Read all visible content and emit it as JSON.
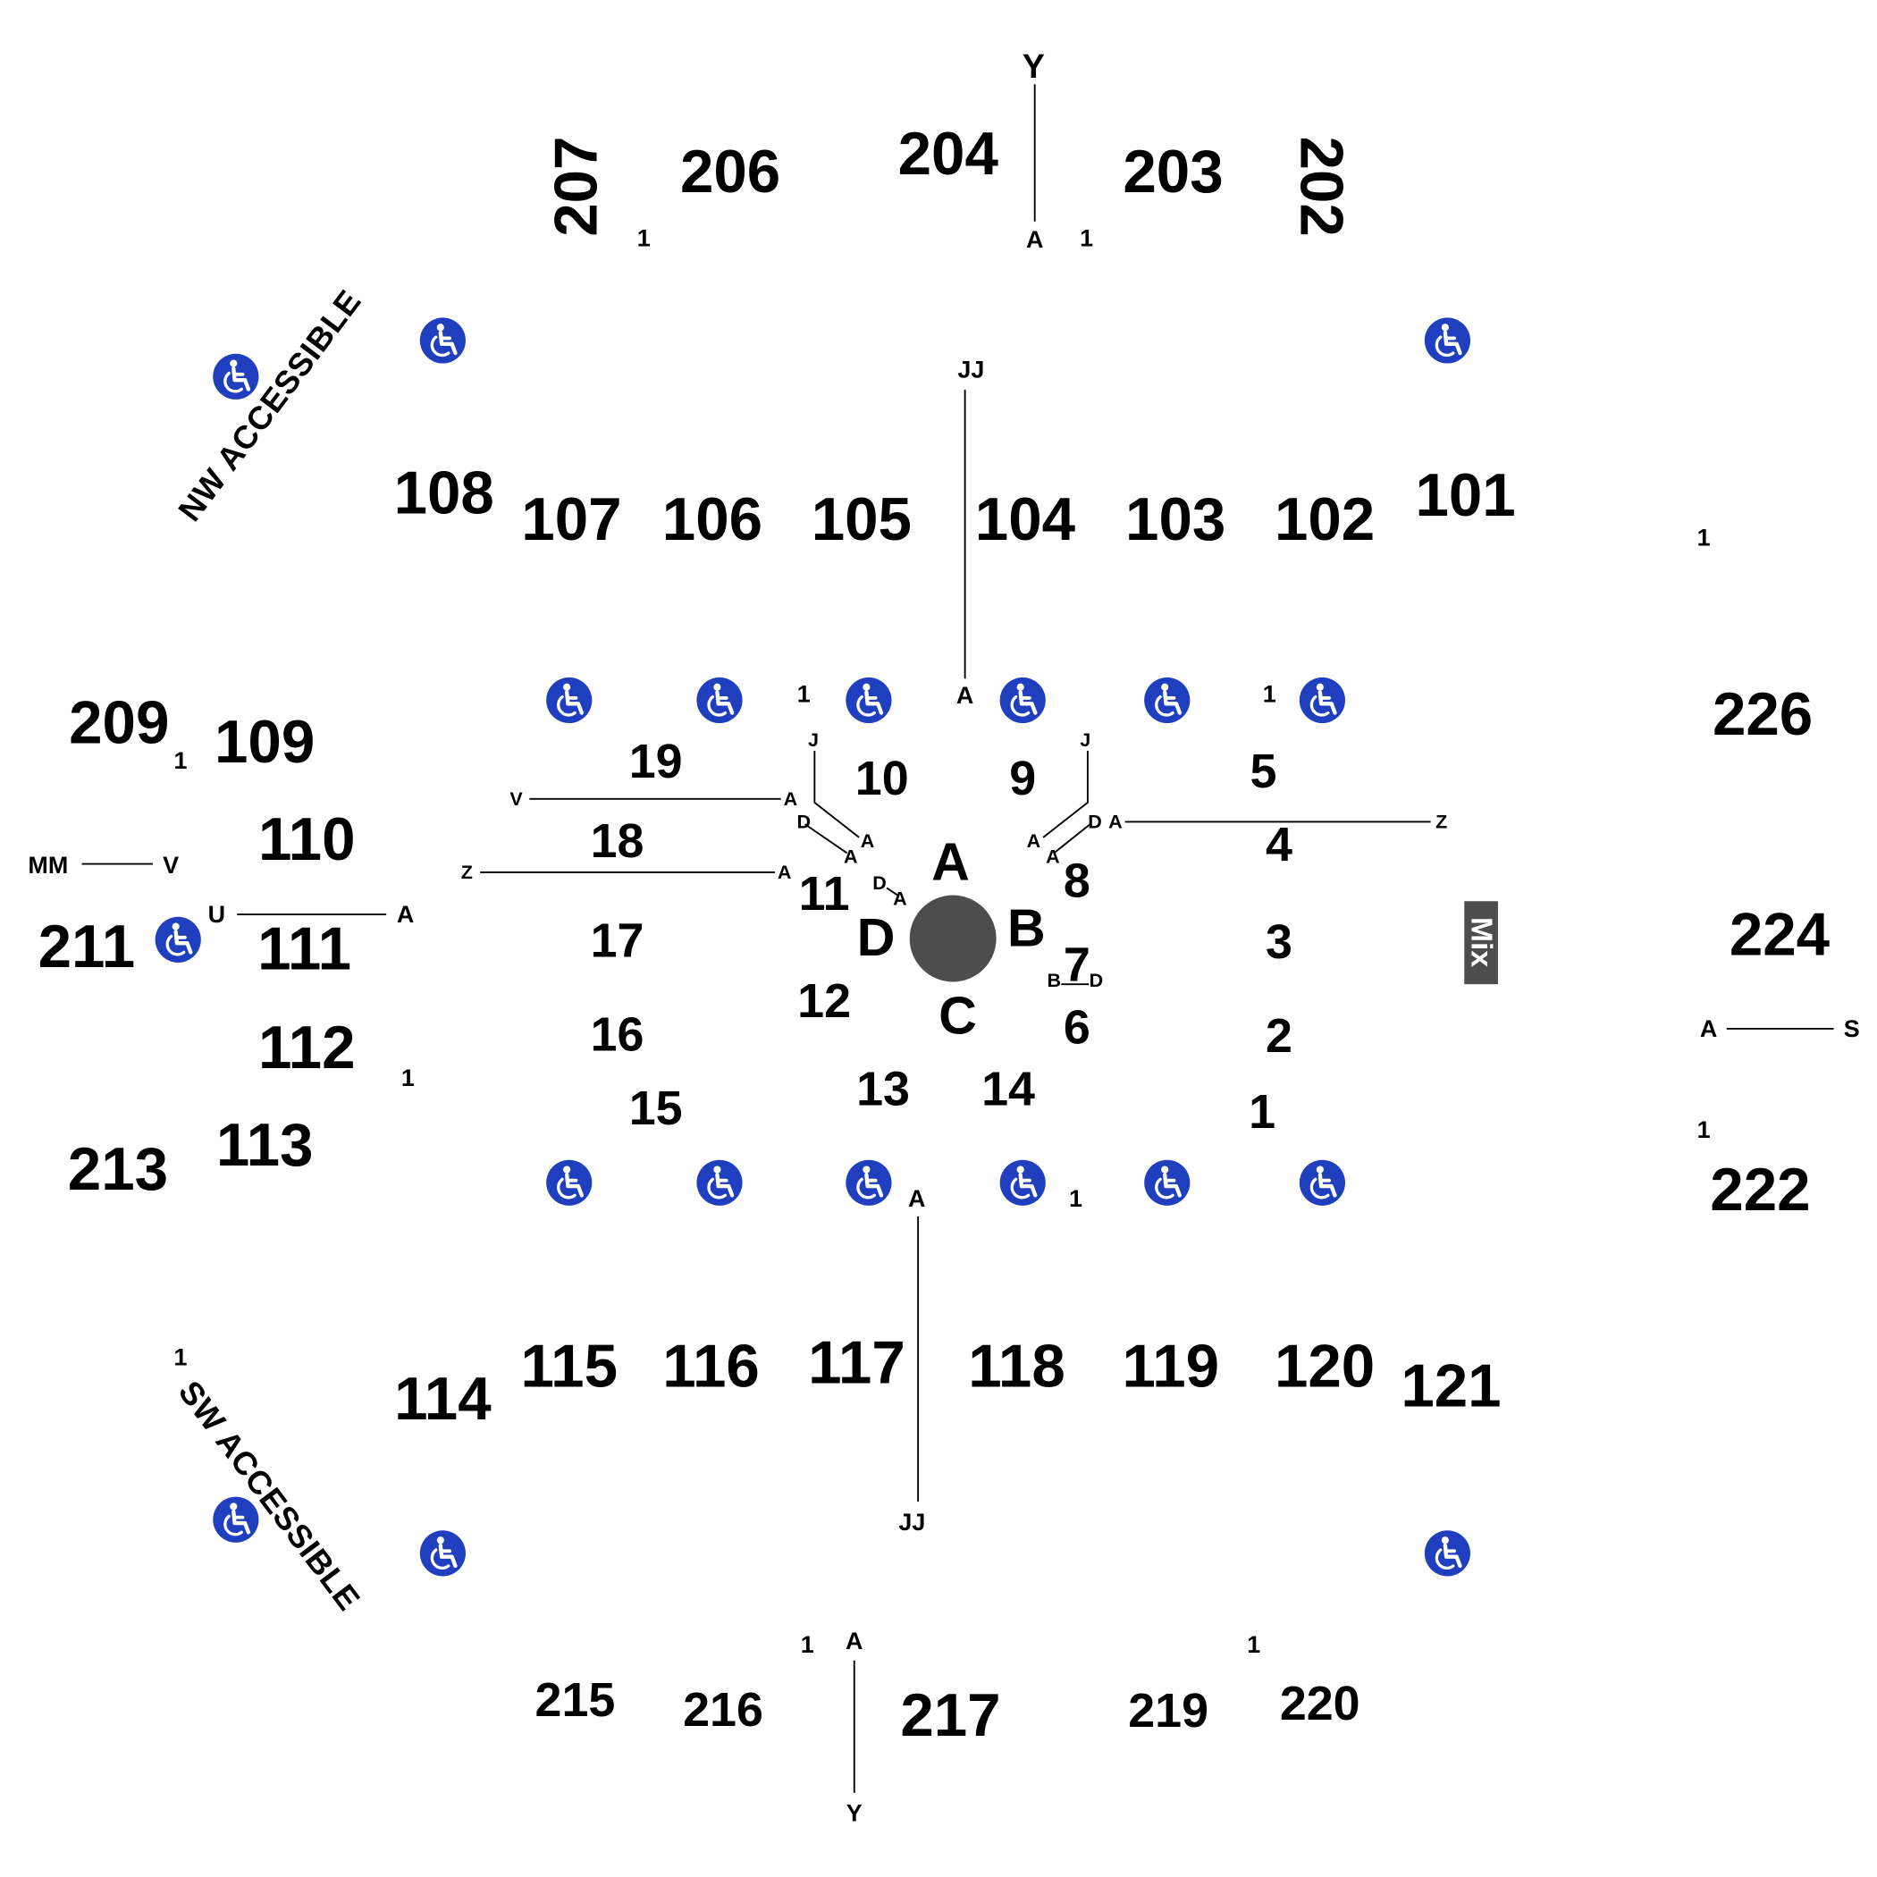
{
  "colors": {
    "background": "#ffffff",
    "text": "#000000",
    "accessible_icon_fill": "#1f3fbf",
    "accessible_icon_glyph": "#ffffff",
    "stage_circle": "#4d4d4d",
    "mix_box": "#4d4d4d"
  },
  "icons": {
    "accessible": "wheelchair-accessible-icon"
  },
  "stage": {
    "sides": {
      "north": "A",
      "east": "B",
      "south": "C",
      "west": "D"
    }
  },
  "mix": {
    "label": "Mix"
  },
  "zones": {
    "nw": "NW ACCESSIBLE",
    "sw": "SW ACCESSIBLE"
  },
  "sections": {
    "upper_north": [
      "207",
      "206",
      "204",
      "203",
      "202"
    ],
    "upper_west": [
      "209",
      "211",
      "213"
    ],
    "upper_east": [
      "226",
      "224",
      "222"
    ],
    "upper_south": [
      "215",
      "216",
      "217",
      "219",
      "220"
    ],
    "lower_north": [
      "108",
      "107",
      "106",
      "105",
      "104",
      "103",
      "102",
      "101"
    ],
    "lower_west": [
      "109",
      "110",
      "111",
      "112",
      "113"
    ],
    "lower_south": [
      "114",
      "115",
      "116",
      "117",
      "118",
      "119",
      "120",
      "121"
    ],
    "floor": [
      "1",
      "2",
      "3",
      "4",
      "5",
      "6",
      "7",
      "8",
      "9",
      "10",
      "11",
      "12",
      "13",
      "14",
      "15",
      "16",
      "17",
      "18",
      "19"
    ]
  },
  "row_markers": {
    "first_row": "1",
    "sec_204": {
      "front": "A",
      "back": "Y"
    },
    "sec_104": {
      "front": "A",
      "back": "JJ"
    },
    "sec_117": {
      "front": "A",
      "back": "JJ"
    },
    "sec_217": {
      "front": "A",
      "back": "Y"
    },
    "sec_210": {
      "front": "V",
      "back": "MM"
    },
    "sec_111": {
      "front": "A",
      "back": "U"
    },
    "sec_224": {
      "front": "A",
      "back": "S"
    },
    "floor_19": {
      "front": "A",
      "back": "V"
    },
    "floor_18": {
      "front": "A",
      "back": "Z"
    },
    "floor_4": {
      "front": "A",
      "back": "Z"
    },
    "floor_10": {
      "front": "A",
      "mid": "D",
      "back": "J"
    },
    "floor_9": {
      "front": "A",
      "mid": "D",
      "back": "J"
    },
    "floor_11": {
      "front": "A",
      "back": "D"
    },
    "floor_7": {
      "front": "B",
      "back": "D"
    }
  }
}
